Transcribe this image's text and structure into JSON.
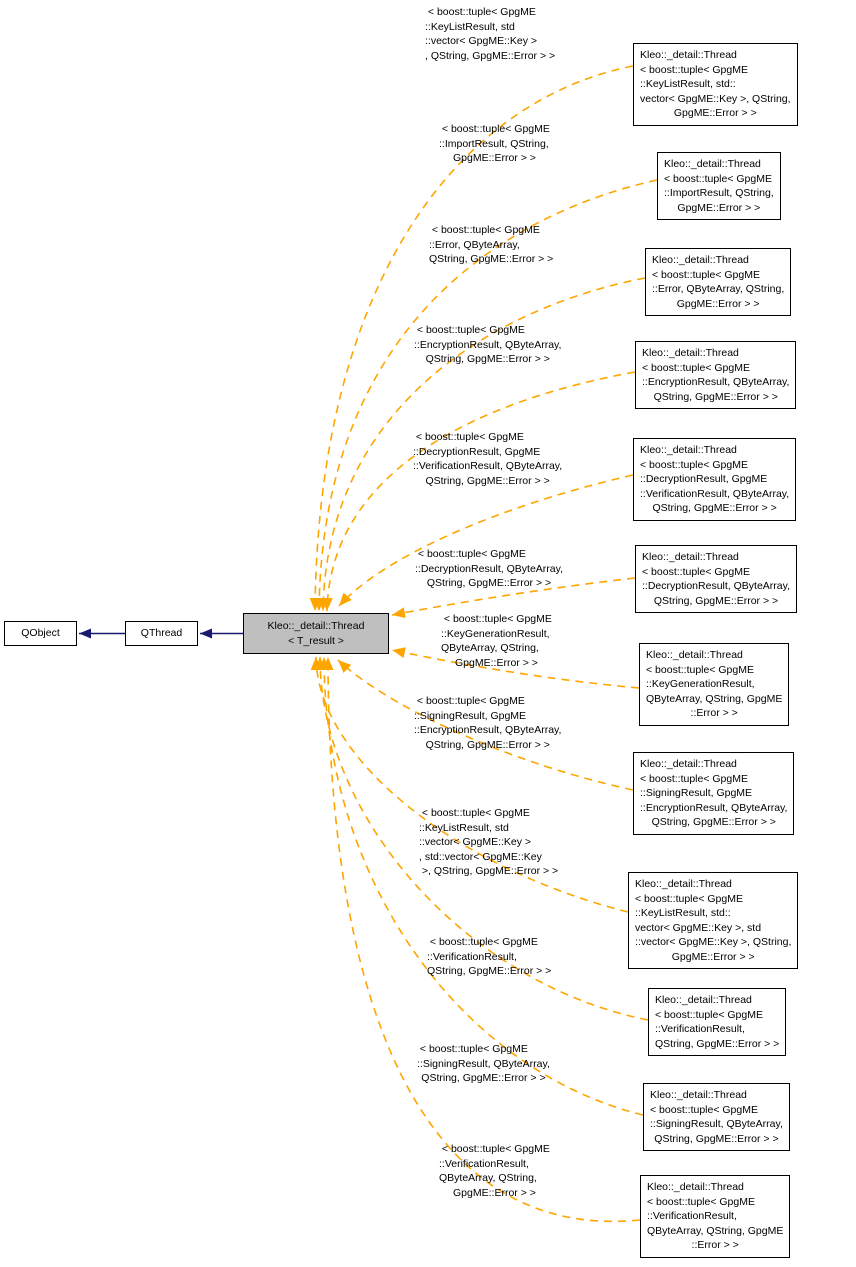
{
  "diagram_type": "class-template-instantiation-graph",
  "colors": {
    "template_edge": "#ffa500",
    "inheritance_edge": "#191970",
    "main_node_fill": "#bfbfbf",
    "node_fill": "#ffffff",
    "node_border": "#000000",
    "background": "#ffffff"
  },
  "base_nodes": {
    "qobject": "QObject",
    "qthread": "QThread"
  },
  "main_node": {
    "line1": "Kleo::_detail::Thread",
    "line2": "< T_result >"
  },
  "instantiations": [
    {
      "box_lines": [
        "Kleo::_detail::Thread",
        "< boost::tuple< GpgME",
        "::KeyListResult, std::",
        "vector< GpgME::Key >, QString,",
        "GpgME::Error > >"
      ],
      "edge_label_lines": [
        " < boost::tuple< GpgME",
        "::KeyListResult, std",
        "::vector< GpgME::Key >",
        ", QString, GpgME::Error > >"
      ]
    },
    {
      "box_lines": [
        "Kleo::_detail::Thread",
        "< boost::tuple< GpgME",
        "::ImportResult, QString,",
        "GpgME::Error > >"
      ],
      "edge_label_lines": [
        " < boost::tuple< GpgME",
        "::ImportResult, QString,",
        "GpgME::Error > >"
      ]
    },
    {
      "box_lines": [
        "Kleo::_detail::Thread",
        "< boost::tuple< GpgME",
        "::Error, QByteArray, QString,",
        "GpgME::Error > >"
      ],
      "edge_label_lines": [
        " < boost::tuple< GpgME",
        "::Error, QByteArray,",
        "QString, GpgME::Error > >"
      ]
    },
    {
      "box_lines": [
        "Kleo::_detail::Thread",
        "< boost::tuple< GpgME",
        "::EncryptionResult, QByteArray,",
        "QString, GpgME::Error > >"
      ],
      "edge_label_lines": [
        " < boost::tuple< GpgME",
        "::EncryptionResult, QByteArray,",
        "QString, GpgME::Error > >"
      ]
    },
    {
      "box_lines": [
        "Kleo::_detail::Thread",
        "< boost::tuple< GpgME",
        "::DecryptionResult, GpgME",
        "::VerificationResult, QByteArray,",
        "QString, GpgME::Error > >"
      ],
      "edge_label_lines": [
        " < boost::tuple< GpgME",
        "::DecryptionResult, GpgME",
        "::VerificationResult, QByteArray,",
        "QString, GpgME::Error > >"
      ]
    },
    {
      "box_lines": [
        "Kleo::_detail::Thread",
        "< boost::tuple< GpgME",
        "::DecryptionResult, QByteArray,",
        "QString, GpgME::Error > >"
      ],
      "edge_label_lines": [
        " < boost::tuple< GpgME",
        "::DecryptionResult, QByteArray,",
        "QString, GpgME::Error > >"
      ]
    },
    {
      "box_lines": [
        "Kleo::_detail::Thread",
        "< boost::tuple< GpgME",
        "::KeyGenerationResult,",
        "QByteArray, QString, GpgME",
        "::Error > >"
      ],
      "edge_label_lines": [
        " < boost::tuple< GpgME",
        "::KeyGenerationResult,",
        "QByteArray, QString,",
        "GpgME::Error > >"
      ]
    },
    {
      "box_lines": [
        "Kleo::_detail::Thread",
        "< boost::tuple< GpgME",
        "::SigningResult, GpgME",
        "::EncryptionResult, QByteArray,",
        "QString, GpgME::Error > >"
      ],
      "edge_label_lines": [
        " < boost::tuple< GpgME",
        "::SigningResult, GpgME",
        "::EncryptionResult, QByteArray,",
        "QString, GpgME::Error > >"
      ]
    },
    {
      "box_lines": [
        "Kleo::_detail::Thread",
        "< boost::tuple< GpgME",
        "::KeyListResult, std::",
        "vector< GpgME::Key >, std",
        "::vector< GpgME::Key >, QString,",
        "GpgME::Error > >"
      ],
      "edge_label_lines": [
        " < boost::tuple< GpgME",
        "::KeyListResult, std",
        "::vector< GpgME::Key >",
        ", std::vector< GpgME::Key",
        " >, QString, GpgME::Error > >"
      ]
    },
    {
      "box_lines": [
        "Kleo::_detail::Thread",
        "< boost::tuple< GpgME",
        "::VerificationResult,",
        "QString, GpgME::Error > >"
      ],
      "edge_label_lines": [
        " < boost::tuple< GpgME",
        "::VerificationResult,",
        "QString, GpgME::Error > >"
      ]
    },
    {
      "box_lines": [
        "Kleo::_detail::Thread",
        "< boost::tuple< GpgME",
        "::SigningResult, QByteArray,",
        "QString, GpgME::Error > >"
      ],
      "edge_label_lines": [
        " < boost::tuple< GpgME",
        "::SigningResult, QByteArray,",
        "QString, GpgME::Error > >"
      ]
    },
    {
      "box_lines": [
        "Kleo::_detail::Thread",
        "< boost::tuple< GpgME",
        "::VerificationResult,",
        "QByteArray, QString, GpgME",
        "::Error > >"
      ],
      "edge_label_lines": [
        " < boost::tuple< GpgME",
        "::VerificationResult,",
        "QByteArray, QString,",
        "GpgME::Error > >"
      ]
    }
  ]
}
